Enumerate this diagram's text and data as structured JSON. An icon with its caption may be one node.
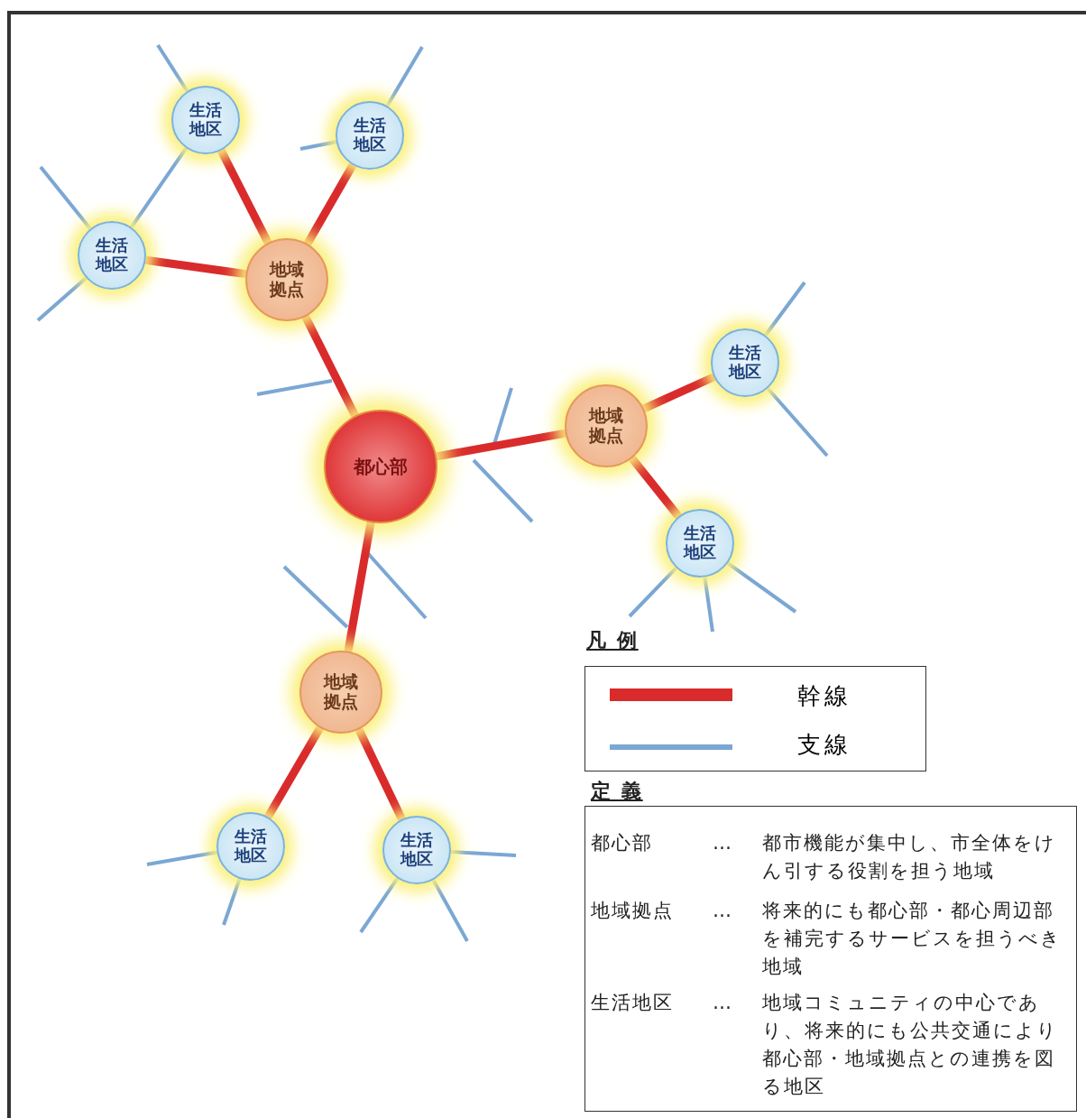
{
  "diagram": {
    "nodes": [
      {
        "text": [
          "生活地区"
        ]
      },
      {
        "text": [
          "生活地区"
        ]
      },
      {
        "text": [
          "生活地区"
        ]
      },
      {
        "text": [
          "地域拠点"
        ]
      },
      {
        "text": [
          "生活地区"
        ]
      },
      {
        "text": [
          "地域拠点"
        ]
      },
      {
        "text": [
          "都心部"
        ]
      },
      {
        "text": [
          "生活地区"
        ]
      },
      {
        "text": [
          "地域拠点"
        ]
      },
      {
        "text": [
          "生活地区"
        ]
      },
      {
        "text": [
          "生活地区"
        ]
      }
    ],
    "edges": [
      {
        "from": 6,
        "to": 3,
        "arrow": "none",
        "style": "thick",
        "color": "#d92b2b"
      },
      {
        "from": 6,
        "to": 5,
        "arrow": "none",
        "style": "thick",
        "color": "#d92b2b"
      },
      {
        "from": 6,
        "to": 8,
        "arrow": "none",
        "style": "thick",
        "color": "#d92b2b"
      },
      {
        "from": 3,
        "to": 0,
        "arrow": "none",
        "style": "thick",
        "color": "#d92b2b"
      },
      {
        "from": 3,
        "to": 1,
        "arrow": "none",
        "style": "thick",
        "color": "#d92b2b"
      },
      {
        "from": 3,
        "to": 2,
        "arrow": "none",
        "style": "thick",
        "color": "#d92b2b"
      },
      {
        "from": 5,
        "to": 4,
        "arrow": "none",
        "style": "thick",
        "color": "#d92b2b"
      },
      {
        "from": 5,
        "to": 7,
        "arrow": "none",
        "style": "thick",
        "color": "#d92b2b"
      },
      {
        "from": 8,
        "to": 9,
        "arrow": "none",
        "style": "thick",
        "color": "#d92b2b"
      },
      {
        "from": 8,
        "to": 10,
        "arrow": "none",
        "style": "thick",
        "color": "#d92b2b"
      },
      {
        "from": 0,
        "to": 2,
        "arrow": "none"
      },
      {
        "from": 0,
        "to": null,
        "arrow": "none"
      },
      {
        "from": 1,
        "to": null,
        "arrow": "none"
      },
      {
        "from": 1,
        "to": null,
        "arrow": "none"
      },
      {
        "from": 2,
        "to": null,
        "arrow": "none"
      },
      {
        "from": 2,
        "to": null,
        "arrow": "none"
      },
      {
        "from": 4,
        "to": null,
        "arrow": "none"
      },
      {
        "from": 4,
        "to": null,
        "arrow": "none"
      },
      {
        "from": 7,
        "to": null,
        "arrow": "none"
      },
      {
        "from": 7,
        "to": null,
        "arrow": "none"
      },
      {
        "from": 7,
        "to": null,
        "arrow": "none"
      },
      {
        "from": 9,
        "to": null,
        "arrow": "none"
      },
      {
        "from": 9,
        "to": null,
        "arrow": "none"
      },
      {
        "from": 10,
        "to": null,
        "arrow": "none"
      },
      {
        "from": 10,
        "to": null,
        "arrow": "none"
      },
      {
        "from": 10,
        "to": null,
        "arrow": "none"
      }
    ],
    "labels": [
      "凡 例",
      "定 義",
      "都心部",
      "…",
      "都市機能が集中し、市全体をけん引する役割を担う地域",
      "地域拠点",
      "…",
      "将来的にも都心部・都心周辺部を補完するサービスを担うべき地域",
      "生活地区",
      "…",
      "地域コミュニティの中心であり、将来的にも公共交通により都心部・地域拠点との連携を図る地区"
    ],
    "legend": [
      {
        "text": "幹線",
        "color": "#d92b2b"
      },
      {
        "text": "支線",
        "color": "#7ba7d4"
      }
    ]
  }
}
